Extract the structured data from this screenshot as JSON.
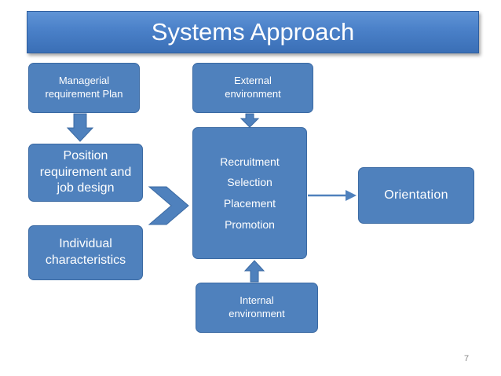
{
  "title": "Systems Approach",
  "boxes": {
    "managerial": [
      "Managerial",
      "requirement Plan"
    ],
    "external": [
      "External",
      "environment"
    ],
    "position": [
      "Position",
      "requirement and",
      "job design"
    ],
    "individual": [
      "Individual",
      "characteristics"
    ],
    "center": [
      "Recruitment",
      "Selection",
      "Placement",
      "Promotion"
    ],
    "internal": [
      "Internal",
      "environment"
    ],
    "orientation": "Orientation"
  },
  "page_number": "7",
  "colors": {
    "box_fill": "#4f81bd",
    "box_border": "#3b6aa3",
    "arrow_fill": "#4f81bd",
    "title_bar": "#4a80c8",
    "text": "#ffffff"
  }
}
